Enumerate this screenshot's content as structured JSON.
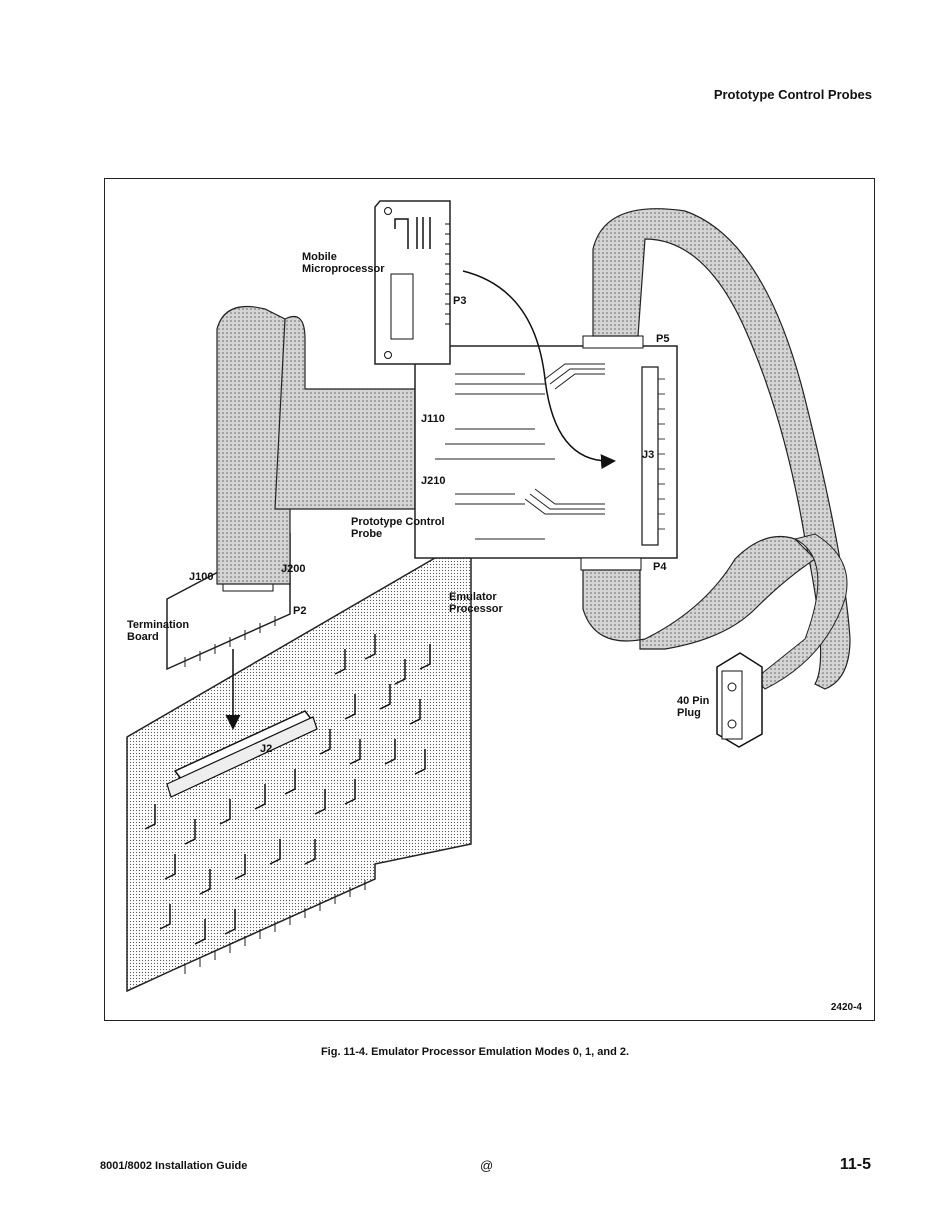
{
  "header": {
    "section_title": "Prototype Control Probes"
  },
  "figure": {
    "labels": {
      "mobile_microprocessor": "Mobile\nMicroprocessor",
      "p3": "P3",
      "p5": "P5",
      "j110": "J110",
      "j3": "J3",
      "j210": "J210",
      "prototype_control_probe": "Prototype Control\nProbe",
      "p4": "P4",
      "j100": "J100",
      "j200": "J200",
      "p2": "P2",
      "termination_board": "Termination\nBoard",
      "emulator_processor": "Emulator\nProcessor",
      "forty_pin_plug": "40 Pin\nPlug",
      "j2": "J2"
    },
    "figure_number": "2420-4"
  },
  "caption": "Fig. 11-4. Emulator Processor Emulation Modes 0, 1, and 2.",
  "footer": {
    "left": "8001/8002 Installation Guide",
    "center": "@",
    "page_number": "11-5"
  }
}
